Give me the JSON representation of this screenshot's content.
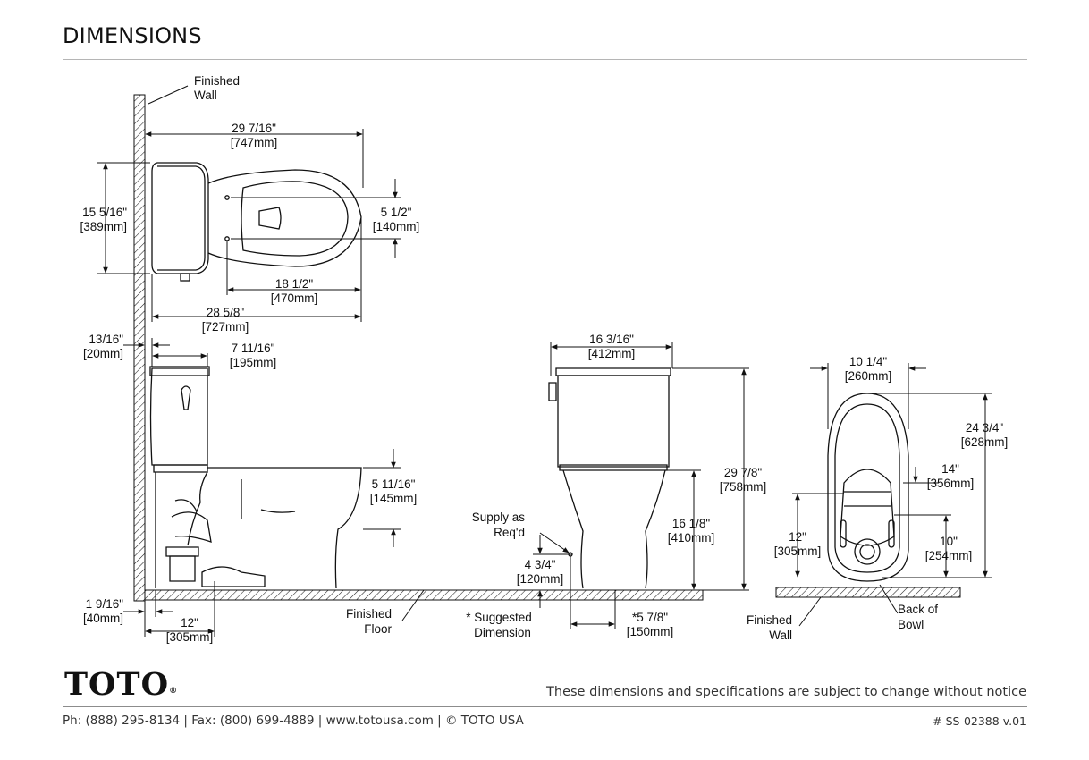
{
  "header": {
    "title": "DIMENSIONS"
  },
  "drawing": {
    "labels": {
      "finished_wall_top": [
        "Finished",
        "Wall"
      ],
      "overall_length_top": [
        "29 7/16\"",
        "[747mm]"
      ],
      "tank_depth": [
        "15 5/16\"",
        "[389mm]"
      ],
      "seat_holes": [
        "5 1/2\"",
        "[140mm]"
      ],
      "bowl_to_holes": [
        "18 1/2\"",
        "[470mm]"
      ],
      "tank_to_bowl_front": [
        "28 5/8\"",
        "[727mm]"
      ],
      "wall_gap": [
        "13/16\"",
        "[20mm]"
      ],
      "tank_width_side": [
        "7 11/16\"",
        "[195mm]"
      ],
      "trapway_height": [
        "5 11/16\"",
        "[145mm]"
      ],
      "base_offset": [
        "1 9/16\"",
        "[40mm]"
      ],
      "rough_in": [
        "12\"",
        "[305mm]"
      ],
      "finished_floor": [
        "Finished",
        "Floor"
      ],
      "supply": [
        "Supply as",
        "Req'd"
      ],
      "supply_height": [
        "4 3/4\"",
        "[120mm]"
      ],
      "suggested": [
        "* Suggested",
        "Dimension"
      ],
      "supply_offset": [
        "*5 7/8\"",
        "[150mm]"
      ],
      "tank_width_front": [
        "16 3/16\"",
        "[412mm]"
      ],
      "overall_height": [
        "29 7/8\"",
        "[758mm]"
      ],
      "rim_height": [
        "16 1/8\"",
        "[410mm]"
      ],
      "bowl_width": [
        "10 1/4\"",
        "[260mm]"
      ],
      "bowl_length": [
        "24 3/4\"",
        "[628mm]"
      ],
      "bolt_spacing_14": [
        "14\"",
        "[356mm]"
      ],
      "bolt_12": [
        "12\"",
        "[305mm]"
      ],
      "bolt_10": [
        "10\"",
        "[254mm]"
      ],
      "finished_wall_bottom": [
        "Finished",
        "Wall"
      ],
      "back_of_bowl": [
        "Back of",
        "Bowl"
      ]
    }
  },
  "brand": {
    "logo": "TOTO",
    "registered": "®"
  },
  "footer": {
    "notice": "These dimensions and specifications are subject to change without notice",
    "contact": "Ph: (888) 295-8134 | Fax: (800) 699-4889 | www.totousa.com | © TOTO USA",
    "doc_number": "# SS-02388 v.01"
  },
  "colors": {
    "ink": "#111111",
    "rule": "#b5b5b5",
    "footer_text": "#333333"
  }
}
